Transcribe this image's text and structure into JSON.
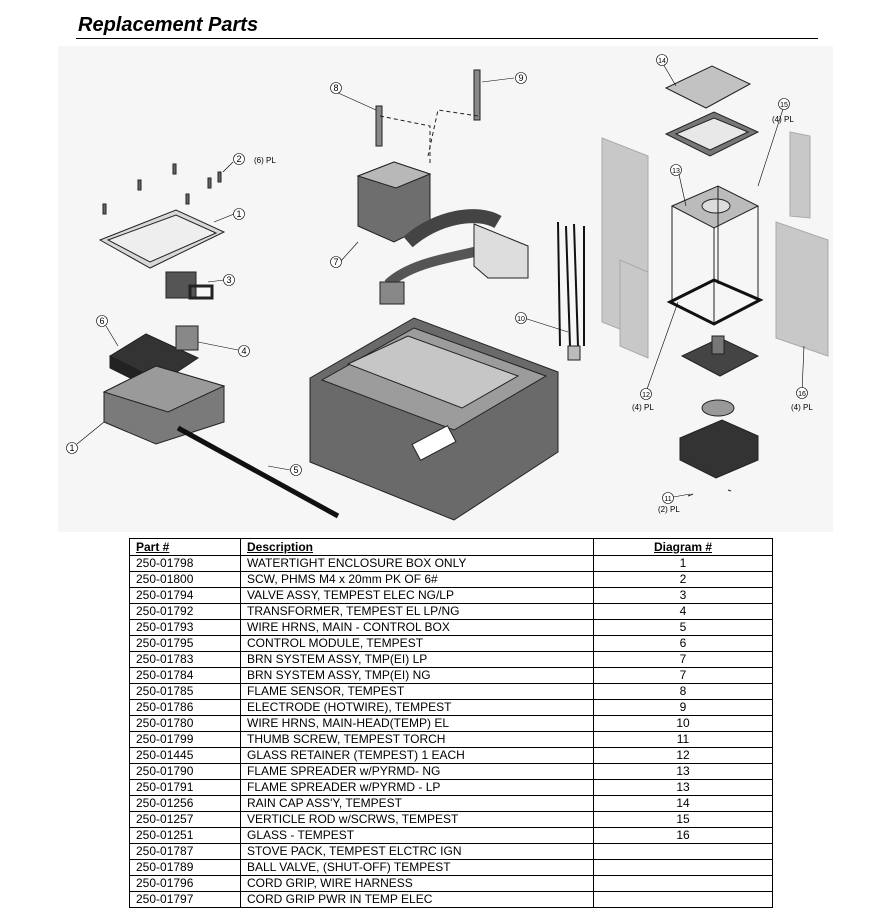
{
  "page_title": "Replacement Parts",
  "diagram": {
    "callouts": [
      {
        "num": "1"
      },
      {
        "num": "1"
      },
      {
        "num": "2",
        "qty": "(6) PL"
      },
      {
        "num": "3"
      },
      {
        "num": "4"
      },
      {
        "num": "5"
      },
      {
        "num": "6"
      },
      {
        "num": "7"
      },
      {
        "num": "8"
      },
      {
        "num": "9"
      },
      {
        "num": "10"
      },
      {
        "num": "11",
        "qty": "(2) PL"
      },
      {
        "num": "12",
        "qty": "(4) PL"
      },
      {
        "num": "13"
      },
      {
        "num": "14"
      },
      {
        "num": "15",
        "qty": "(4) PL"
      },
      {
        "num": "16",
        "qty": "(4) PL"
      }
    ]
  },
  "table": {
    "headers": [
      "Part #",
      "Description",
      "Diagram #"
    ],
    "rows": [
      [
        "250-01798",
        "WATERTIGHT ENCLOSURE BOX ONLY",
        "1"
      ],
      [
        "250-01800",
        "SCW, PHMS  M4 x 20mm  PK OF 6#",
        "2"
      ],
      [
        "250-01794",
        "VALVE ASSY, TEMPEST ELEC NG/LP",
        "3"
      ],
      [
        "250-01792",
        "TRANSFORMER, TEMPEST EL LP/NG",
        "4"
      ],
      [
        "250-01793",
        "WIRE HRNS, MAIN - CONTROL BOX",
        "5"
      ],
      [
        "250-01795",
        "CONTROL MODULE, TEMPEST",
        "6"
      ],
      [
        "250-01783",
        "BRN SYSTEM ASSY, TMP(EI) LP",
        "7"
      ],
      [
        "250-01784",
        "BRN SYSTEM ASSY, TMP(EI) NG",
        "7"
      ],
      [
        "250-01785",
        "FLAME SENSOR, TEMPEST",
        "8"
      ],
      [
        "250-01786",
        "ELECTRODE (HOTWIRE), TEMPEST",
        "9"
      ],
      [
        "250-01780",
        "WIRE HRNS, MAIN-HEAD(TEMP) EL",
        "10"
      ],
      [
        "250-01799",
        "THUMB SCREW, TEMPEST TORCH",
        "11"
      ],
      [
        "250-01445",
        "GLASS RETAINER (TEMPEST) 1 EACH",
        "12"
      ],
      [
        "250-01790",
        "FLAME SPREADER w/PYRMD- NG",
        "13"
      ],
      [
        "250-01791",
        "FLAME SPREADER w/PYRMD - LP",
        "13"
      ],
      [
        "250-01256",
        "RAIN CAP ASS'Y, TEMPEST",
        "14"
      ],
      [
        "250-01257",
        "VERTICLE ROD w/SCRWS, TEMPEST",
        "15"
      ],
      [
        "250-01251",
        "GLASS - TEMPEST",
        "16"
      ],
      [
        "250-01787",
        "STOVE PACK, TEMPEST ELCTRC IGN",
        ""
      ],
      [
        "250-01789",
        "BALL VALVE, (SHUT-OFF) TEMPEST",
        ""
      ],
      [
        "250-01796",
        "CORD GRIP, WIRE HARNESS",
        ""
      ],
      [
        "250-01797",
        "CORD GRIP PWR IN TEMP ELEC",
        ""
      ]
    ]
  }
}
